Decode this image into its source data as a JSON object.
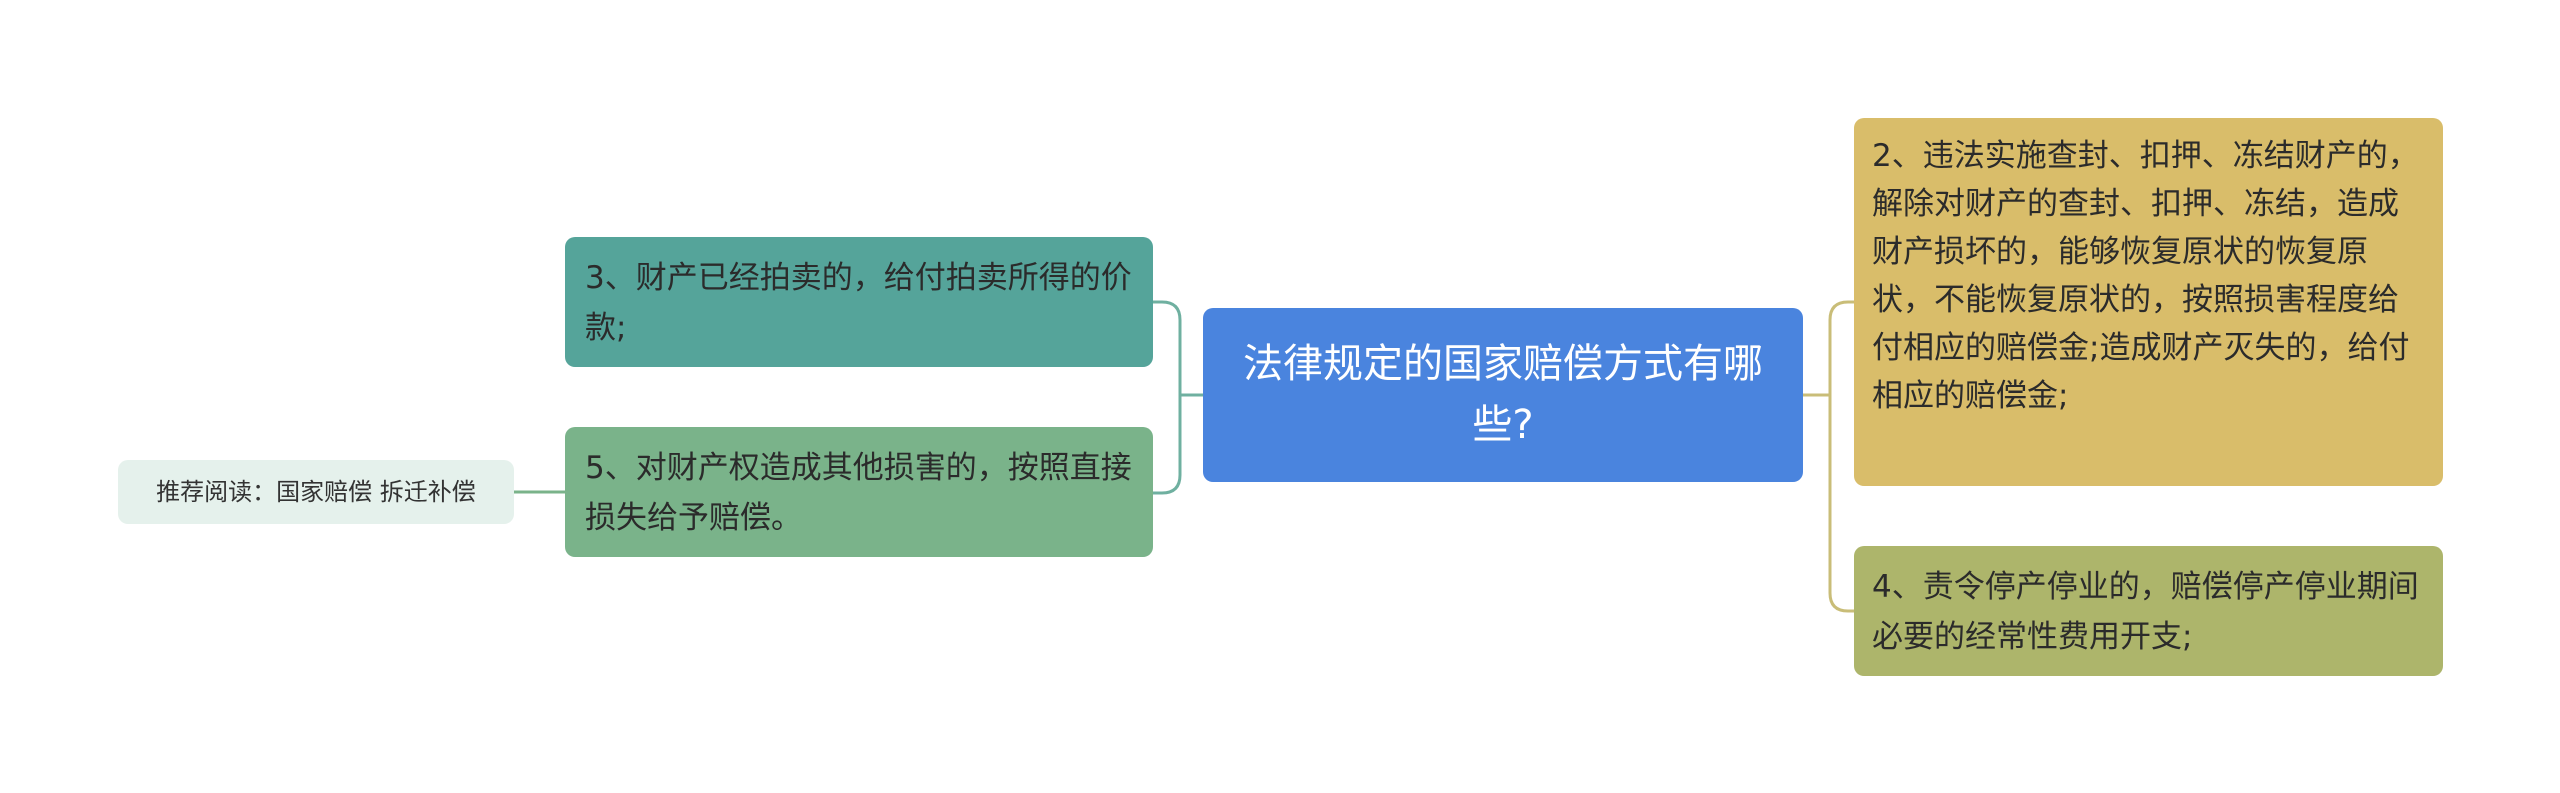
{
  "mindmap": {
    "root": {
      "text": "法律规定的国家赔偿方式有哪些?"
    },
    "left": [
      {
        "text": "3、财产已经拍卖的，给付拍卖所得的价款;",
        "color": "#55a49a"
      },
      {
        "text": "5、对财产权造成其他损害的，按照直接损失给予赔偿。",
        "color": "#7ab38a"
      }
    ],
    "right": [
      {
        "text": "2、违法实施查封、扣押、冻结财产的，解除对财产的查封、扣押、冻结，造成财产损坏的，能够恢复原状的恢复原状，不能恢复原状的，按照损害程度给付相应的赔偿金;造成财产灭失的，给付相应的赔偿金;",
        "color": "#d9bd6a"
      },
      {
        "text": "4、责令停产停业的，赔偿停产停业期间必要的经常性费用开支;",
        "color": "#adb56b"
      }
    ],
    "recommend": {
      "text": "推荐阅读：国家赔偿 拆迁补偿",
      "color": "#e5f1ec"
    }
  },
  "colors": {
    "root_bg": "#4a84de",
    "left_connector": "#6fb0a0",
    "right_connector": "#c9bd78",
    "recommend_connector": "#7ab38a"
  }
}
